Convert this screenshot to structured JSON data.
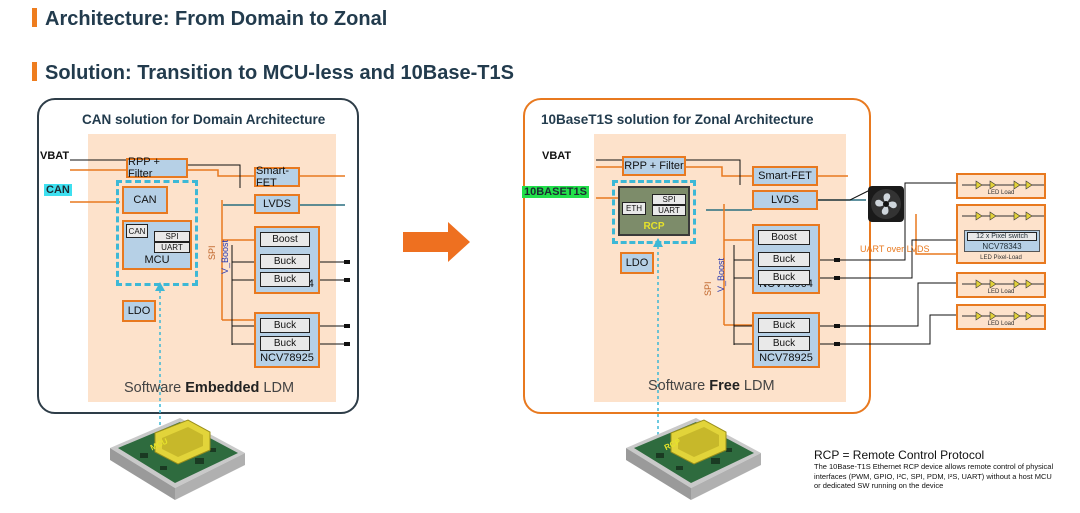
{
  "headings": {
    "h1": "Architecture: From Domain to Zonal",
    "h2": "Solution: Transition to MCU-less and 10Base-T1S"
  },
  "left": {
    "title": "CAN solution for Domain Architecture",
    "vbat": "VBAT",
    "can_label": "CAN",
    "rpp": "RPP + Filter",
    "smartfet": "Smart-FET",
    "lvds": "LVDS",
    "can_box": "CAN",
    "mcu_can": "CAN",
    "spi": "SPI",
    "uart": "UART",
    "mcu": "MCU",
    "ldo": "LDO",
    "boost": "Boost",
    "buck": "Buck",
    "ncv1": "NCV78964",
    "ncv2": "NCV78925",
    "spi_vert": "SPI",
    "vboost_vert": "V_Boost",
    "sw_pre": "Software ",
    "sw_bold": "Embedded",
    "sw_post": " LDM",
    "chip_label": "MCU"
  },
  "right": {
    "title": "10BaseT1S solution for Zonal Architecture",
    "vbat": "VBAT",
    "t1s_label": "10BASET1S",
    "rpp": "RPP + Filter",
    "smartfet": "Smart-FET",
    "lvds": "LVDS",
    "eth": "ETH",
    "spi": "SPI",
    "uart": "UART",
    "rcp": "RCP",
    "ldo": "LDO",
    "boost": "Boost",
    "buck": "Buck",
    "ncv1": "NCV78964",
    "ncv2": "NCV78925",
    "spi_vert": "SPI",
    "vboost_vert": "V_Boost",
    "sw_pre": "Software ",
    "sw_bold": "Free",
    "sw_post": " LDM",
    "chip_label": "RCP",
    "uart_lvds": "UART over LVDS",
    "pixel_switch": "12 x Pixel switch",
    "ncv3": "NCV78343",
    "led_load": "LED Load",
    "pixel_load": "LED Pixel-Load"
  },
  "note": {
    "title": "RCP = Remote Control Protocol",
    "body": "The 10Base-T1S Ethernet RCP device allows remote control of physical interfaces (PWM, GPIO, I²C, SPI, PDM, I²S, UART) without a host MCU or dedicated SW running on the device"
  },
  "colors": {
    "accent": "#e8791f",
    "zone": "#fde2cb",
    "block": "#b6d0e6",
    "dashed": "#3db8d6",
    "t1s_highlight": "#22e04a",
    "can_highlight": "#3ee0f0"
  }
}
